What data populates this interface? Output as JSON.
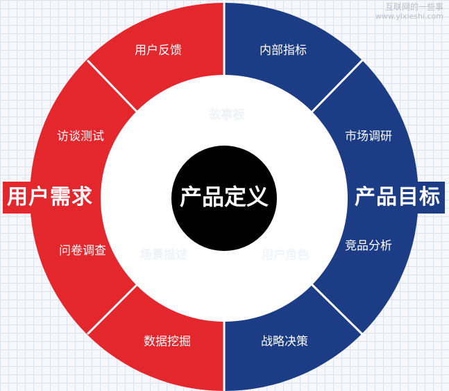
{
  "watermark": {
    "name": "互联网的一些事",
    "url": "www.yixieshi.com"
  },
  "center": {
    "label": "产品定义",
    "color": "#000000"
  },
  "left_tag": {
    "label": "用户需求",
    "color": "#e4262d"
  },
  "right_tag": {
    "label": "产品目标",
    "color": "#1c3d86"
  },
  "colors": {
    "left": "#e4262d",
    "right": "#1c3d86",
    "inner": "#ffffff",
    "divider": "#ffffff"
  },
  "left_segments": [
    {
      "label": "用户反馈"
    },
    {
      "label": "访谈测试"
    },
    {
      "label": "问卷调查"
    },
    {
      "label": "数据挖掘"
    }
  ],
  "right_segments": [
    {
      "label": "内部指标"
    },
    {
      "label": "市场调研"
    },
    {
      "label": "竞品分析"
    },
    {
      "label": "战略决策"
    }
  ],
  "inner_labels": [
    {
      "label": "故事板"
    },
    {
      "label": "场景描述"
    },
    {
      "label": "用户角色"
    }
  ]
}
